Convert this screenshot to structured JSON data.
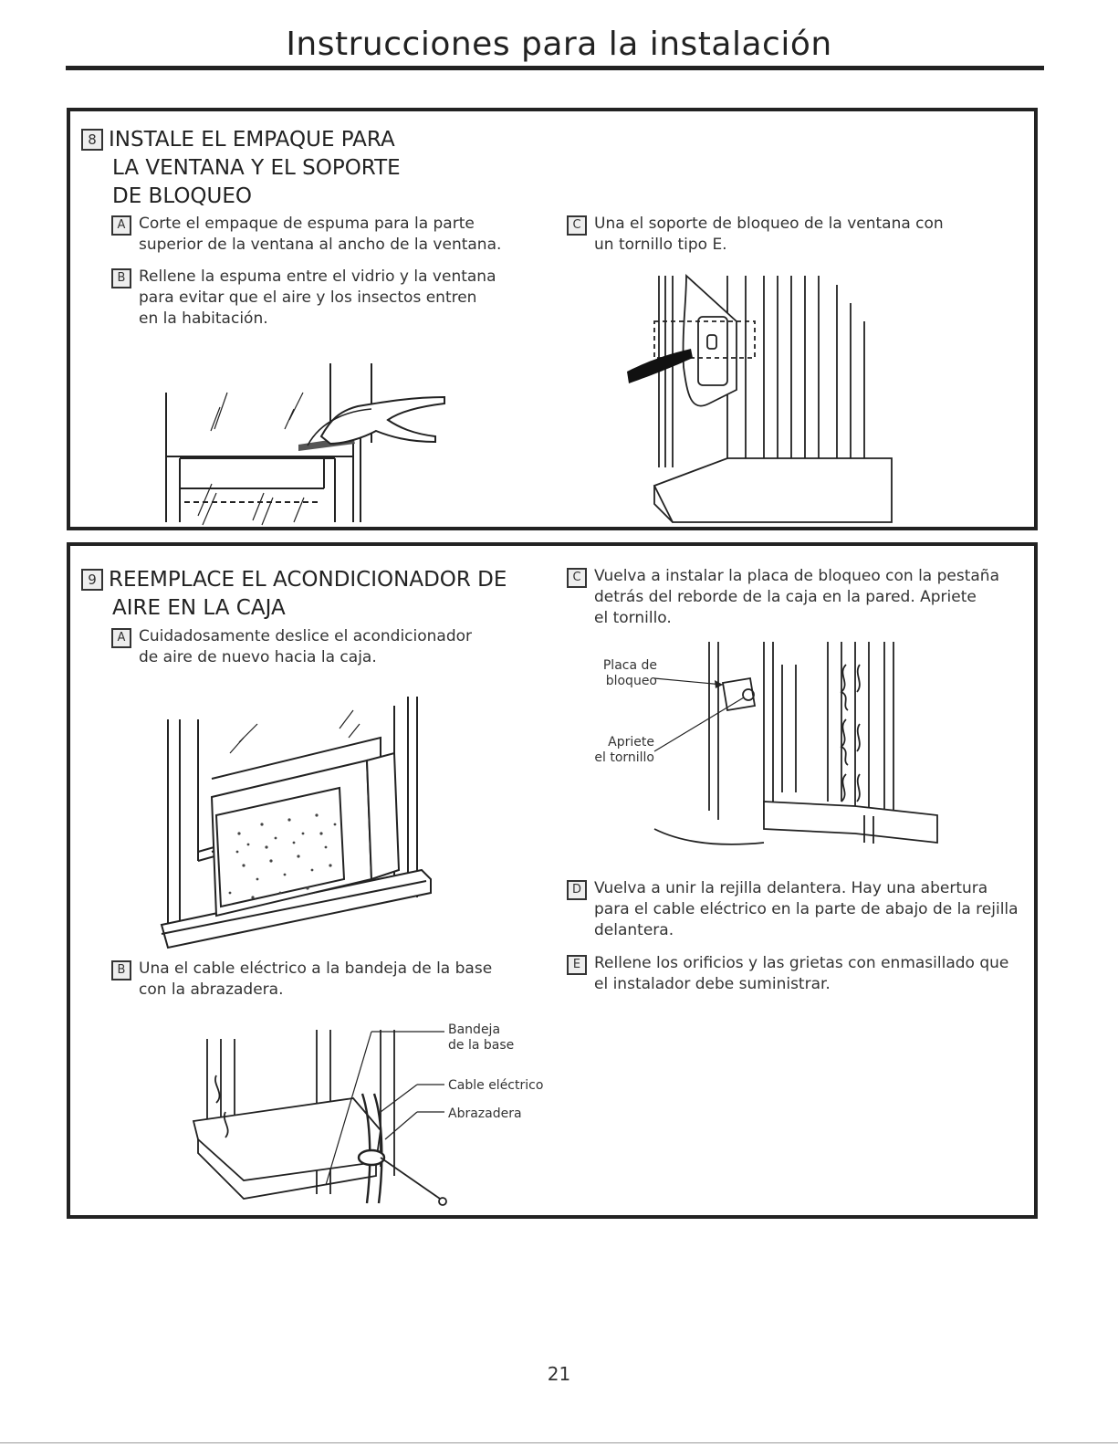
{
  "page": {
    "title": "Instrucciones para la instalación",
    "page_number": "21"
  },
  "section8": {
    "number": "8",
    "heading": [
      "INSTALE EL EMPAQUE PARA",
      "LA VENTANA Y EL SOPORTE",
      "DE BLOQUEO"
    ],
    "steps": [
      {
        "letter": "A",
        "lines": [
          "Corte el empaque de espuma para la parte",
          "superior de la ventana al ancho de la ventana."
        ]
      },
      {
        "letter": "B",
        "lines": [
          "Rellene la espuma entre el vidrio y la ventana",
          "para evitar que el aire y los insectos entren",
          "en la habitación."
        ]
      },
      {
        "letter": "C",
        "lines": [
          "Una el soporte de bloqueo de la ventana con",
          "un tornillo tipo E."
        ]
      }
    ]
  },
  "section9": {
    "number": "9",
    "heading": [
      "REEMPLACE EL ACONDICIONADOR DE",
      "AIRE EN LA CAJA"
    ],
    "steps": [
      {
        "letter": "A",
        "lines": [
          "Cuidadosamente deslice el acondicionador",
          "de aire de nuevo hacia la caja."
        ]
      },
      {
        "letter": "B",
        "lines": [
          "Una el cable eléctrico a la bandeja de la base",
          "con la abrazadera."
        ]
      },
      {
        "letter": "C",
        "lines": [
          "Vuelva a instalar la placa de bloqueo con la pestaña",
          "detrás del reborde de la caja en la pared. Apriete",
          "el tornillo."
        ]
      },
      {
        "letter": "D",
        "lines": [
          "Vuelva a unir la rejilla delantera. Hay una abertura",
          "para el cable eléctrico en la parte de abajo de la rejilla",
          "delantera."
        ]
      },
      {
        "letter": "E",
        "lines": [
          "Rellene los orificios y las grietas con enmasillado que",
          "el instalador debe suministrar."
        ]
      }
    ],
    "labels": {
      "placa": [
        "Placa de",
        "bloqueo"
      ],
      "apriete": [
        "Apriete",
        "el tornillo"
      ],
      "bandeja": [
        "Bandeja",
        "de la base"
      ],
      "cable": "Cable eléctrico",
      "abrazadera": "Abrazadera"
    }
  }
}
